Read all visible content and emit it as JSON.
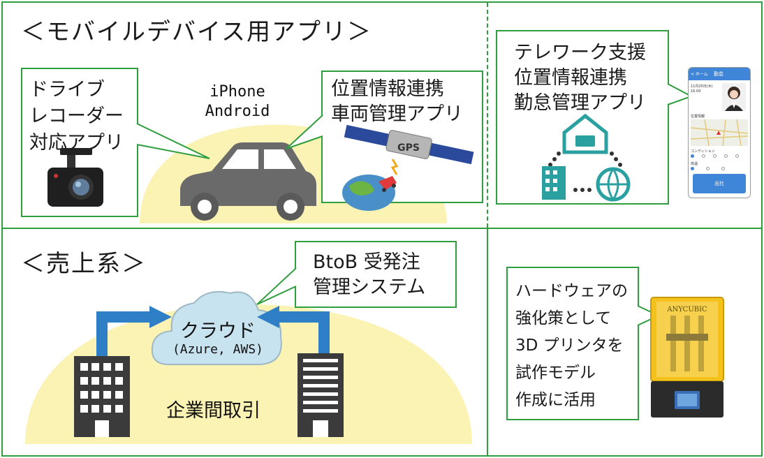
{
  "colors": {
    "frame_green": "#2e9e3e",
    "halo_yellow": "#fbf3b4",
    "arrow_blue": "#2f7fc6",
    "cloud_blue": "#c7e3ef",
    "car_gray": "#6a6a6a"
  },
  "mobile": {
    "heading": "＜モバイルデバイス用アプリ＞",
    "dashcam_callout": "ドライブ\nレコーダー\n対応アプリ",
    "device_label": "iPhone\nAndroid",
    "location_callout": "位置情報連携\n車両管理アプリ",
    "gps_label": "GPS",
    "telework_callout": "テレワーク支援\n位置情報連携\n勤怠管理アプリ"
  },
  "sales": {
    "heading": "＜売上系＞",
    "btob_callout": "BtoB 受発注\n管理システム",
    "cloud_title": "クラウド",
    "cloud_sub": "(Azure, AWS)",
    "b2b_label": "企業間取引"
  },
  "hardware": {
    "callout": "ハードウェアの\n強化策として\n3D プリンタを\n試作モデル\n作成に活用",
    "printer_brand": "ANYCUBIC"
  },
  "phone_ui": {
    "title": "勤怠",
    "back": "< ホーム",
    "date": "11月25日(木)",
    "time": "16:00",
    "section_location": "位置情報",
    "section_condition": "コンディション",
    "section_temp": "体温",
    "submit": "出社"
  }
}
